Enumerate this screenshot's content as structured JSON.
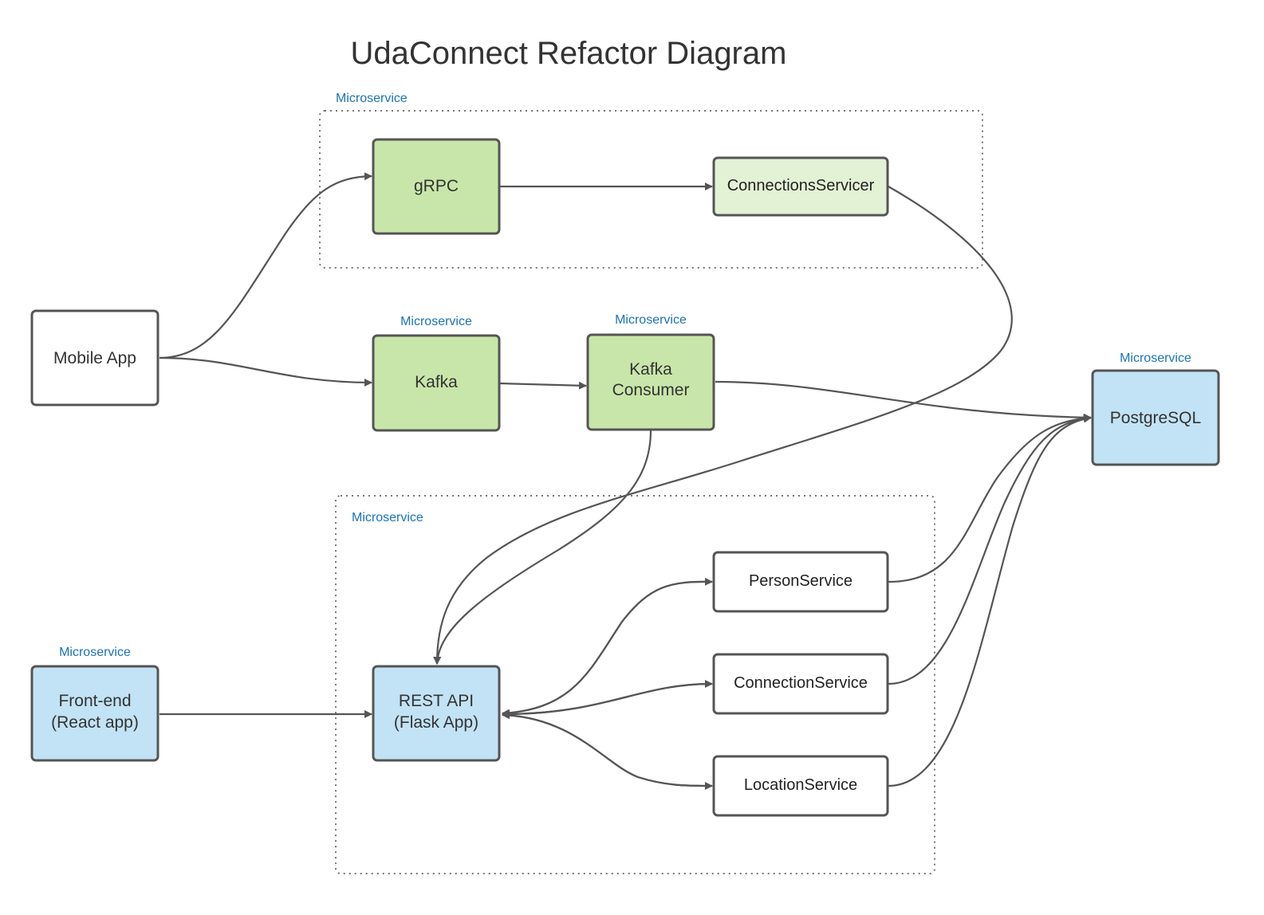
{
  "title": "UdaConnect Refactor Diagram",
  "microservice_tag": "Microservice",
  "colors": {
    "green": "#c8e6aa",
    "light_green": "#e3f2d5",
    "blue": "#c2e3f5",
    "white": "#ffffff",
    "tag_text": "#1a73b8",
    "stroke": "#555555"
  },
  "nodes": {
    "mobile_app": {
      "label": "Mobile App"
    },
    "grpc": {
      "label": "gRPC"
    },
    "connections_servicer": {
      "label": "ConnectionsServicer"
    },
    "kafka": {
      "label": "Kafka"
    },
    "kafka_consumer": {
      "line1": "Kafka",
      "line2": "Consumer"
    },
    "postgresql": {
      "label": "PostgreSQL"
    },
    "person_service": {
      "label": "PersonService"
    },
    "connection_service": {
      "label": "ConnectionService"
    },
    "location_service": {
      "label": "LocationService"
    },
    "front_end": {
      "line1": "Front-end",
      "line2": "(React app)"
    },
    "rest_api": {
      "line1": "REST API",
      "line2": "(Flask App)"
    }
  },
  "edges": [
    {
      "from": "Mobile App",
      "to": "gRPC"
    },
    {
      "from": "Mobile App",
      "to": "Kafka"
    },
    {
      "from": "gRPC",
      "to": "ConnectionsServicer"
    },
    {
      "from": "ConnectionsServicer",
      "to": "REST API"
    },
    {
      "from": "Kafka",
      "to": "Kafka Consumer"
    },
    {
      "from": "Kafka Consumer",
      "to": "PostgreSQL"
    },
    {
      "from": "Kafka Consumer",
      "to": "REST API"
    },
    {
      "from": "Front-end",
      "to": "REST API"
    },
    {
      "from": "REST API",
      "to": "PersonService"
    },
    {
      "from": "PersonService",
      "to": "REST API"
    },
    {
      "from": "REST API",
      "to": "ConnectionService"
    },
    {
      "from": "ConnectionService",
      "to": "REST API"
    },
    {
      "from": "REST API",
      "to": "LocationService"
    },
    {
      "from": "LocationService",
      "to": "REST API"
    },
    {
      "from": "PersonService",
      "to": "PostgreSQL"
    },
    {
      "from": "ConnectionService",
      "to": "PostgreSQL"
    },
    {
      "from": "LocationService",
      "to": "PostgreSQL"
    }
  ]
}
